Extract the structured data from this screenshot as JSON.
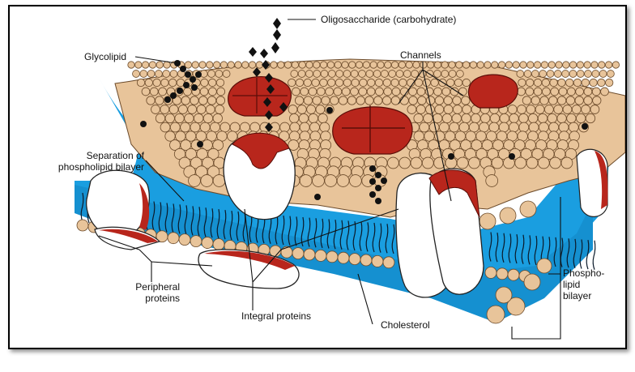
{
  "labels": {
    "oligosaccharide": "Oligosaccharide (carbohydrate)",
    "glycolipid": "Glycolipid",
    "channels": "Channels",
    "separation_line1": "Separation of",
    "separation_line2": "phospholipid bilayer",
    "peripheral_line1": "Peripheral",
    "peripheral_line2": "proteins",
    "integral": "Integral proteins",
    "cholesterol": "Cholesterol",
    "phospho_line1": "Phospho-",
    "phospho_line2": "lipid",
    "phospho_line3": "bilayer"
  },
  "colors": {
    "head": "#e8c49a",
    "head_outline": "#6b4a2a",
    "tail_fill": "#1a9ee0",
    "protein": "#b8261c",
    "protein_dark": "#7a1410",
    "line": "#111111"
  }
}
